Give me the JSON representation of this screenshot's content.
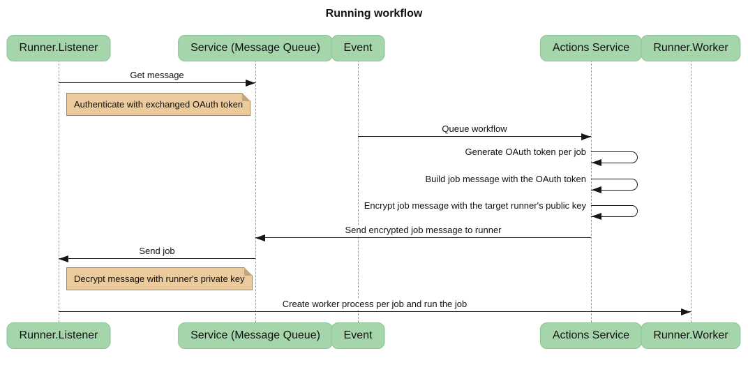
{
  "title": "Running workflow",
  "colors": {
    "actor_fill": "#a5d6ab",
    "actor_border": "#8cc497",
    "note_fill": "#ebcb9e",
    "note_border": "#aa8550",
    "line": "#161616",
    "lifeline": "#999999",
    "text": "#111111"
  },
  "actors": [
    {
      "id": "listener",
      "label": "Runner.Listener"
    },
    {
      "id": "service",
      "label": "Service (Message Queue)"
    },
    {
      "id": "event",
      "label": "Event"
    },
    {
      "id": "actions",
      "label": "Actions Service"
    },
    {
      "id": "worker",
      "label": "Runner.Worker"
    }
  ],
  "steps": [
    {
      "type": "message",
      "from": "listener",
      "to": "service",
      "label": "Get message"
    },
    {
      "type": "note",
      "anchor": "listener",
      "label": "Authenticate with exchanged OAuth token"
    },
    {
      "type": "message",
      "from": "event",
      "to": "actions",
      "label": "Queue workflow"
    },
    {
      "type": "self",
      "actor": "actions",
      "label": "Generate OAuth token per job"
    },
    {
      "type": "self",
      "actor": "actions",
      "label": "Build job message with the OAuth token"
    },
    {
      "type": "self",
      "actor": "actions",
      "label": "Encrypt job message with the target runner's public key"
    },
    {
      "type": "message",
      "from": "actions",
      "to": "service",
      "label": "Send encrypted job message to runner"
    },
    {
      "type": "message",
      "from": "service",
      "to": "listener",
      "label": "Send job"
    },
    {
      "type": "note",
      "anchor": "listener",
      "label": "Decrypt message with runner's private key"
    },
    {
      "type": "message",
      "from": "listener",
      "to": "worker",
      "label": "Create worker process per job and run the job"
    }
  ]
}
